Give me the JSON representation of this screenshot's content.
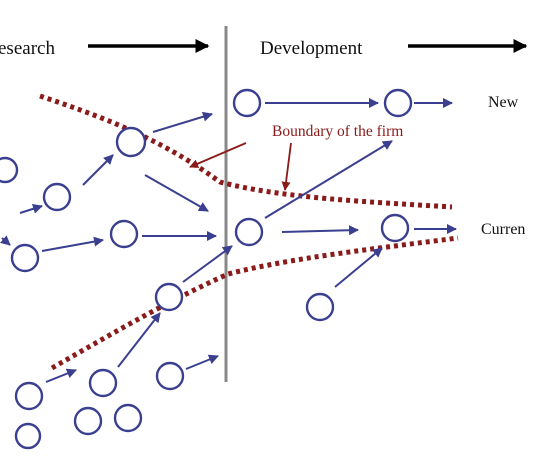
{
  "labels": {
    "research": "esearch",
    "development": "Development",
    "new_market": "New",
    "boundary": "Boundary of the firm",
    "current_market": "Curren"
  },
  "colors": {
    "nodes": "#3a3f8f",
    "arrows": "#3a3f8f",
    "boundary": "#8b1a1a",
    "divider": "#888888",
    "header_arrows": "#000000",
    "text": "#111111"
  },
  "icons": {
    "nodes": "circle-outline",
    "arrows": "arrow-right"
  }
}
